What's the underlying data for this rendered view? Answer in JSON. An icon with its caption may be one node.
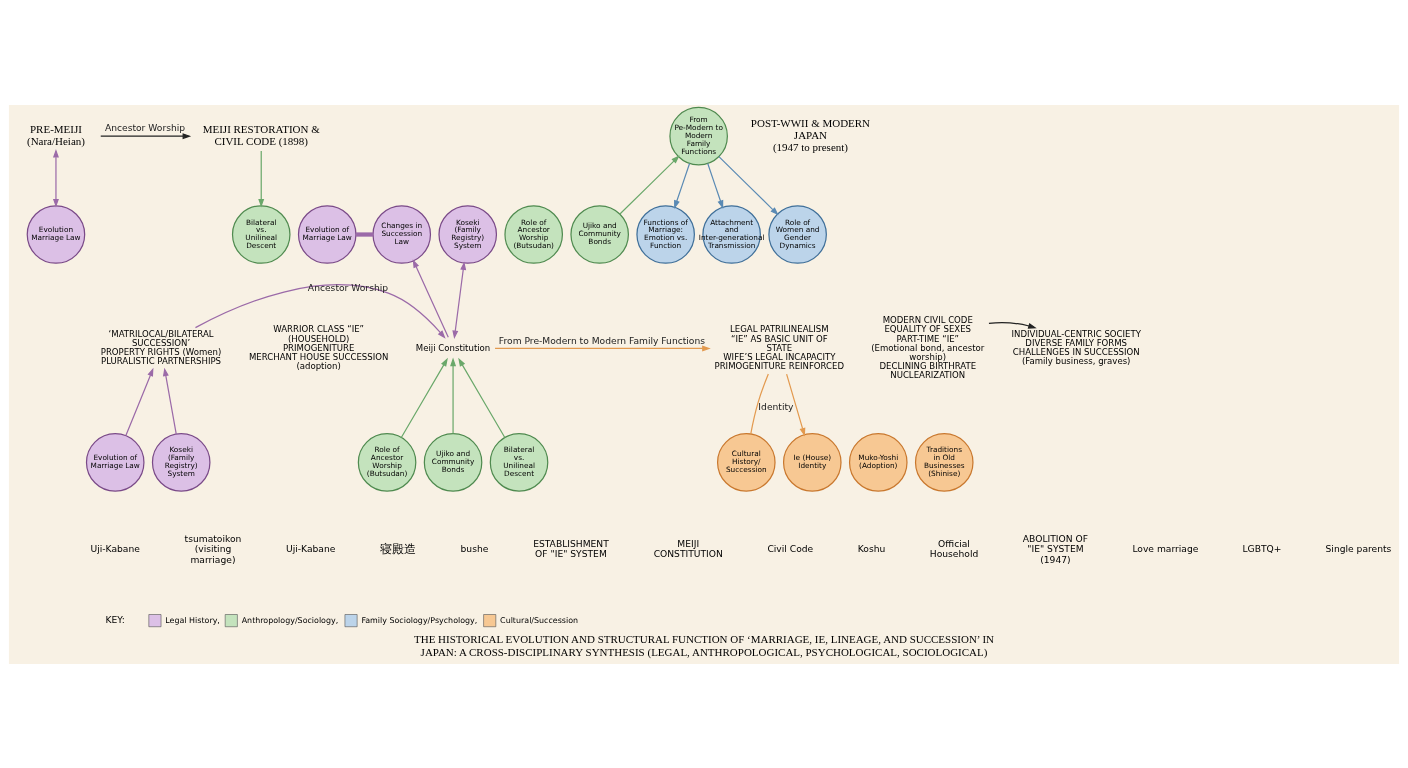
{
  "diagram": {
    "title": "THE HISTORICAL EVOLUTION AND STRUCTURAL FUNCTION OF ‘MARRIAGE, IE, LINEAGE, AND SUCCESSION’ IN JAPAN: A CROSS-DISCIPLINARY SYNTHESIS (LEGAL, ANTHROPOLOGICAL, PSYCHOLOGICAL, SOCIOLOGICAL)",
    "nodes": [
      {
        "text": [
          "PRE-MEIJI",
          "(Nara/Heian)"
        ]
      },
      {
        "text": [
          "Evolution Marriage Law"
        ]
      },
      {
        "text": [
          "Evolution of Marriage Law"
        ]
      },
      {
        "text": [
          "Koseki (Family Registry) System"
        ]
      },
      {
        "text": [
          "Changes in Succession Law"
        ]
      },
      {
        "text": [
          "Bilateral vs. Unilineal Descent"
        ]
      },
      {
        "text": [
          "Role of Ancestor Worship (Butsudan)"
        ]
      },
      {
        "text": [
          "Ujiko and Community Bonds"
        ]
      },
      {
        "text": [
          "MEIJI RESTORATION & CIVIL CODE (1898)"
        ]
      },
      {
        "text": [
          "From Pe-Modern to Modern Family Functions"
        ]
      },
      {
        "text": [
          "Functions of Marriage: Emotion vs. Function"
        ]
      },
      {
        "text": [
          "Attachment and Inter-generational Transmission"
        ]
      },
      {
        "text": [
          "Role of Women and Gender Dynamics"
        ]
      },
      {
        "text": [
          "POST-WWII & MODERN JAPAN",
          "(1947 to present)"
        ]
      },
      {
        "text": [
          "‘MATRILOCAL/BILATERAL SUCCESSION’",
          "PROPERTY RIGHTS (Women)",
          "PLURALISTIC PARTNERSHIPS"
        ]
      },
      {
        "text": [
          "WARRIOR CLASS “IE” (HOUSEHOLD)",
          "PRIMOGENITURE",
          "MERCHANT HOUSE SUCCESSION (adoption)"
        ]
      },
      {
        "text": [
          "Meiji Constitution"
        ]
      },
      {
        "text": [
          "LEGAL PATRILINEALISM",
          "“IE” AS BASIC UNIT OF STATE",
          "WIFE’S LEGAL INCAPACITY",
          "PRIMOGENITURE REINFORCED"
        ]
      },
      {
        "text": [
          "MODERN CIVIL CODE",
          "EQUALITY OF SEXES",
          "PART-TIME “IE”",
          "(Emotional bond, ancestor worship)",
          "DECLINING BIRTHRATE",
          "NUCLEARIZATION"
        ]
      },
      {
        "text": [
          "INDIVIDUAL-CENTRIC SOCIETY",
          "DIVERSE FAMILY FORMS",
          "CHALLENGES IN SUCCESSION",
          "(Family business, graves)"
        ]
      },
      {
        "text": [
          "Evolution of Marriage Law"
        ]
      },
      {
        "text": [
          "Koseki (Family Registry) System"
        ]
      },
      {
        "text": [
          "Bilateral vs. Unilineal Descent"
        ]
      },
      {
        "text": [
          "Role of Ancestor Worship (Butsudan)"
        ]
      },
      {
        "text": [
          "Ujiko and Community Bonds"
        ]
      },
      {
        "text": [
          "Ie (House) Identity"
        ]
      },
      {
        "text": [
          "Cultural History/ Succession"
        ]
      },
      {
        "text": [
          "Muko-Yoshi (Adoption)"
        ]
      },
      {
        "text": [
          "Traditions in Old Businesses (Shinise)"
        ]
      }
    ],
    "edges": [
      {
        "from": 0,
        "to": 8,
        "arrow": "to",
        "label": "Ancestor Worship",
        "color": "#222222"
      },
      {
        "from": 1,
        "to": 0,
        "arrow": "both",
        "color": "#9b6aa8"
      },
      {
        "from": 2,
        "to": 4,
        "arrow": "none",
        "style": "thick",
        "color": "#9b6aa8"
      },
      {
        "from": 16,
        "to": 4,
        "arrow": "to",
        "color": "#9b6aa8"
      },
      {
        "from": 3,
        "to": 16,
        "arrow": "both",
        "color": "#9b6aa8"
      },
      {
        "from": 8,
        "to": 5,
        "arrow": "to",
        "color": "#6aa86a"
      },
      {
        "from": 7,
        "to": 9,
        "arrow": "to",
        "color": "#6aa86a"
      },
      {
        "from": 9,
        "to": 10,
        "arrow": "to",
        "color": "#5a8ab4"
      },
      {
        "from": 9,
        "to": 11,
        "arrow": "to",
        "color": "#5a8ab4"
      },
      {
        "from": 9,
        "to": 12,
        "arrow": "to",
        "color": "#5a8ab4"
      },
      {
        "from": 18,
        "to": 19,
        "arrow": "to",
        "color": "#222222"
      },
      {
        "from": 20,
        "to": 14,
        "arrow": "to",
        "color": "#9b6aa8"
      },
      {
        "from": 21,
        "to": 14,
        "arrow": "to",
        "color": "#9b6aa8"
      },
      {
        "from": 14,
        "to": 16,
        "arrow": "to",
        "label": "Ancestor Worship",
        "color": "#9b6aa8"
      },
      {
        "from": 22,
        "to": 16,
        "arrow": "to",
        "color": "#6aa86a"
      },
      {
        "from": 23,
        "to": 16,
        "arrow": "to",
        "color": "#6aa86a"
      },
      {
        "from": 24,
        "to": 16,
        "arrow": "to",
        "color": "#6aa86a"
      },
      {
        "from": 16,
        "to": 17,
        "arrow": "to",
        "label": "From Pre-Modern to Modern Family Functions",
        "color": "#e39a4f"
      },
      {
        "from": 17,
        "to": 25,
        "arrow": "to",
        "color": "#e39a4f"
      },
      {
        "from": 17,
        "to": 26,
        "arrow": "none",
        "label": "Identity",
        "color": "#e39a4f"
      }
    ],
    "labels": [
      "Uji-Kabane",
      "tsumatoikon (visiting marriage)",
      "Uji-Kabane",
      "寝殿造",
      "bushe",
      "ESTABLISHMENT OF \"IE\" SYSTEM",
      "MEIJI CONSTITUTION",
      "Civil Code",
      "Koshu",
      "Official Household",
      "ABOLITION OF \"IE\" SYSTEM (1947)",
      "Love marriage",
      "LGBTQ+",
      "Single parents",
      "KEY:"
    ],
    "legend": [
      {
        "text": "Legal History,",
        "color": "#dcc0e6"
      },
      {
        "text": "Anthropology/Sociology,",
        "color": "#c4e3bd"
      },
      {
        "text": "Family Sociology/Psychology,",
        "color": "#bcd4ea"
      },
      {
        "text": "Cultural/Succession",
        "color": "#f7c893"
      }
    ]
  }
}
